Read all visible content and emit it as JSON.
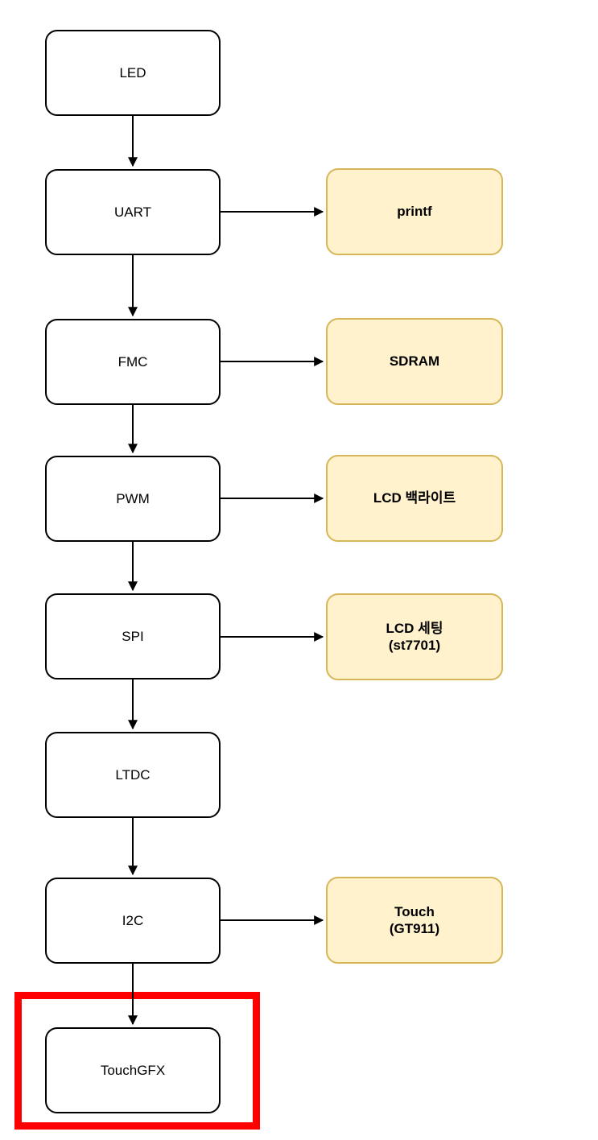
{
  "colors": {
    "background": "#ffffff",
    "node_fill": "#ffffff",
    "node_border": "#000000",
    "peripheral_fill": "#fff2cc",
    "peripheral_border": "#d6b656",
    "arrow": "#000000",
    "highlight": "#ff0000"
  },
  "flow": {
    "nodes": [
      {
        "id": "led",
        "label": "LED"
      },
      {
        "id": "uart",
        "label": "UART"
      },
      {
        "id": "fmc",
        "label": "FMC"
      },
      {
        "id": "pwm",
        "label": "PWM"
      },
      {
        "id": "spi",
        "label": "SPI"
      },
      {
        "id": "ltdc",
        "label": "LTDC"
      },
      {
        "id": "i2c",
        "label": "I2C"
      },
      {
        "id": "touchgfx",
        "label": "TouchGFX",
        "highlighted": true
      }
    ],
    "peripherals": [
      {
        "id": "printf",
        "source": "UART",
        "label": "printf"
      },
      {
        "id": "sdram",
        "source": "FMC",
        "label": "SDRAM"
      },
      {
        "id": "lcd-backlight",
        "source": "PWM",
        "label": "LCD 백라이트"
      },
      {
        "id": "lcd-setting",
        "source": "SPI",
        "label": "LCD 세팅\n(st7701)"
      },
      {
        "id": "touch",
        "source": "I2C",
        "label": "Touch\n(GT911)"
      }
    ],
    "edges": [
      {
        "from": "LED",
        "to": "UART"
      },
      {
        "from": "UART",
        "to": "FMC"
      },
      {
        "from": "FMC",
        "to": "PWM"
      },
      {
        "from": "PWM",
        "to": "SPI"
      },
      {
        "from": "SPI",
        "to": "LTDC"
      },
      {
        "from": "LTDC",
        "to": "I2C"
      },
      {
        "from": "I2C",
        "to": "TouchGFX"
      },
      {
        "from": "UART",
        "to": "printf"
      },
      {
        "from": "FMC",
        "to": "SDRAM"
      },
      {
        "from": "PWM",
        "to": "LCD 백라이트"
      },
      {
        "from": "SPI",
        "to": "LCD 세팅 (st7701)"
      },
      {
        "from": "I2C",
        "to": "Touch (GT911)"
      }
    ]
  }
}
